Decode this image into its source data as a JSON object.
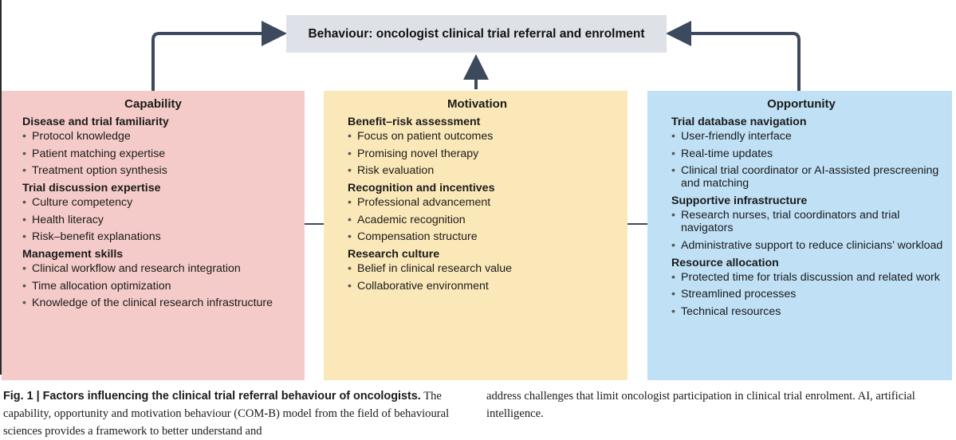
{
  "behaviour": "Behaviour: oncologist clinical trial referral and enrolment",
  "capability": {
    "title": "Capability",
    "sections": [
      {
        "heading": "Disease and trial familiarity",
        "items": [
          "Protocol knowledge",
          "Patient matching expertise",
          "Treatment option synthesis"
        ]
      },
      {
        "heading": "Trial discussion expertise",
        "items": [
          "Culture competency",
          "Health literacy",
          "Risk–benefit explanations"
        ]
      },
      {
        "heading": "Management skills",
        "items": [
          "Clinical workflow and research integration",
          "Time allocation optimization",
          "Knowledge of the clinical research infrastructure"
        ]
      }
    ]
  },
  "motivation": {
    "title": "Motivation",
    "sections": [
      {
        "heading": "Benefit–risk assessment",
        "items": [
          "Focus on patient outcomes",
          "Promising novel therapy",
          "Risk evaluation"
        ]
      },
      {
        "heading": "Recognition and incentives",
        "items": [
          "Professional advancement",
          "Academic recognition",
          "Compensation structure"
        ]
      },
      {
        "heading": "Research culture",
        "items": [
          "Belief in clinical research value",
          "Collaborative environment"
        ]
      }
    ]
  },
  "opportunity": {
    "title": "Opportunity",
    "sections": [
      {
        "heading": "Trial database navigation",
        "items": [
          "User-friendly interface",
          "Real-time updates",
          "Clinical trial coordinator or AI-assisted prescreening and matching"
        ]
      },
      {
        "heading": "Supportive infrastructure",
        "items": [
          "Research nurses, trial coordinators and trial navigators",
          "Administrative support to reduce clinicians’ workload"
        ]
      },
      {
        "heading": "Resource allocation",
        "items": [
          "Protected time for trials discussion and related work",
          "Streamlined processes",
          "Technical resources"
        ]
      }
    ]
  },
  "caption": {
    "title": "Fig. 1 | Factors influencing the clinical trial referral behaviour of oncologists.",
    "body_left": "The capability, opportunity and motivation behaviour (COM-B) model from the field of behavioural sciences provides a framework to better understand and",
    "body_right": "address challenges that limit oncologist participation in clinical trial enrolment. AI, artificial intelligence."
  },
  "colors": {
    "capability_bg": "#f4cbc8",
    "motivation_bg": "#fbe8b8",
    "opportunity_bg": "#bfe0f5",
    "behaviour_bg": "#dfe1e8",
    "arrow": "#3d4a5e"
  }
}
